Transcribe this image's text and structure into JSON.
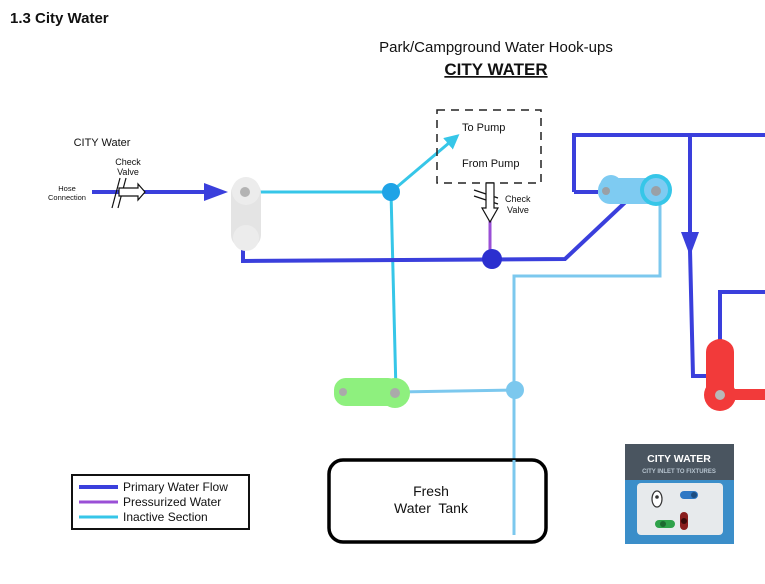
{
  "section_heading": "1.3 City Water",
  "title_line1": "Park/Campground Water Hook-ups",
  "title_line2": "CITY WATER",
  "inlet": {
    "city_water_label": "CITY Water",
    "check_valve_line1": "Check",
    "check_valve_line2": "Valve",
    "hose_line1": "Hose",
    "hose_line2": "Connection"
  },
  "pump_box": {
    "to_pump": "To Pump",
    "from_pump": "From Pump",
    "check_valve_line1": "Check",
    "check_valve_line2": "Valve"
  },
  "tank": {
    "line1": "Fresh",
    "line2": "Water  Tank"
  },
  "legend": [
    {
      "label": "Primary Water Flow",
      "color": "#3a3fdc"
    },
    {
      "label": "Pressurized Water",
      "color": "#9a4fd6"
    },
    {
      "label": "Inactive Section",
      "color": "#36c6e8"
    }
  ],
  "panel": {
    "title": "CITY WATER",
    "subtitle": "CITY INLET TO FIXTURES"
  },
  "colors": {
    "primary": "#3a3fdc",
    "pressurized": "#9a4fd6",
    "inactive": "#36c6e8",
    "pipe_light": "#7cc8ee",
    "valve_gray": "#e4e4e4",
    "valve_blue": "#7ecbf2",
    "valve_green": "#8ef07e",
    "valve_red": "#f23a3a"
  }
}
